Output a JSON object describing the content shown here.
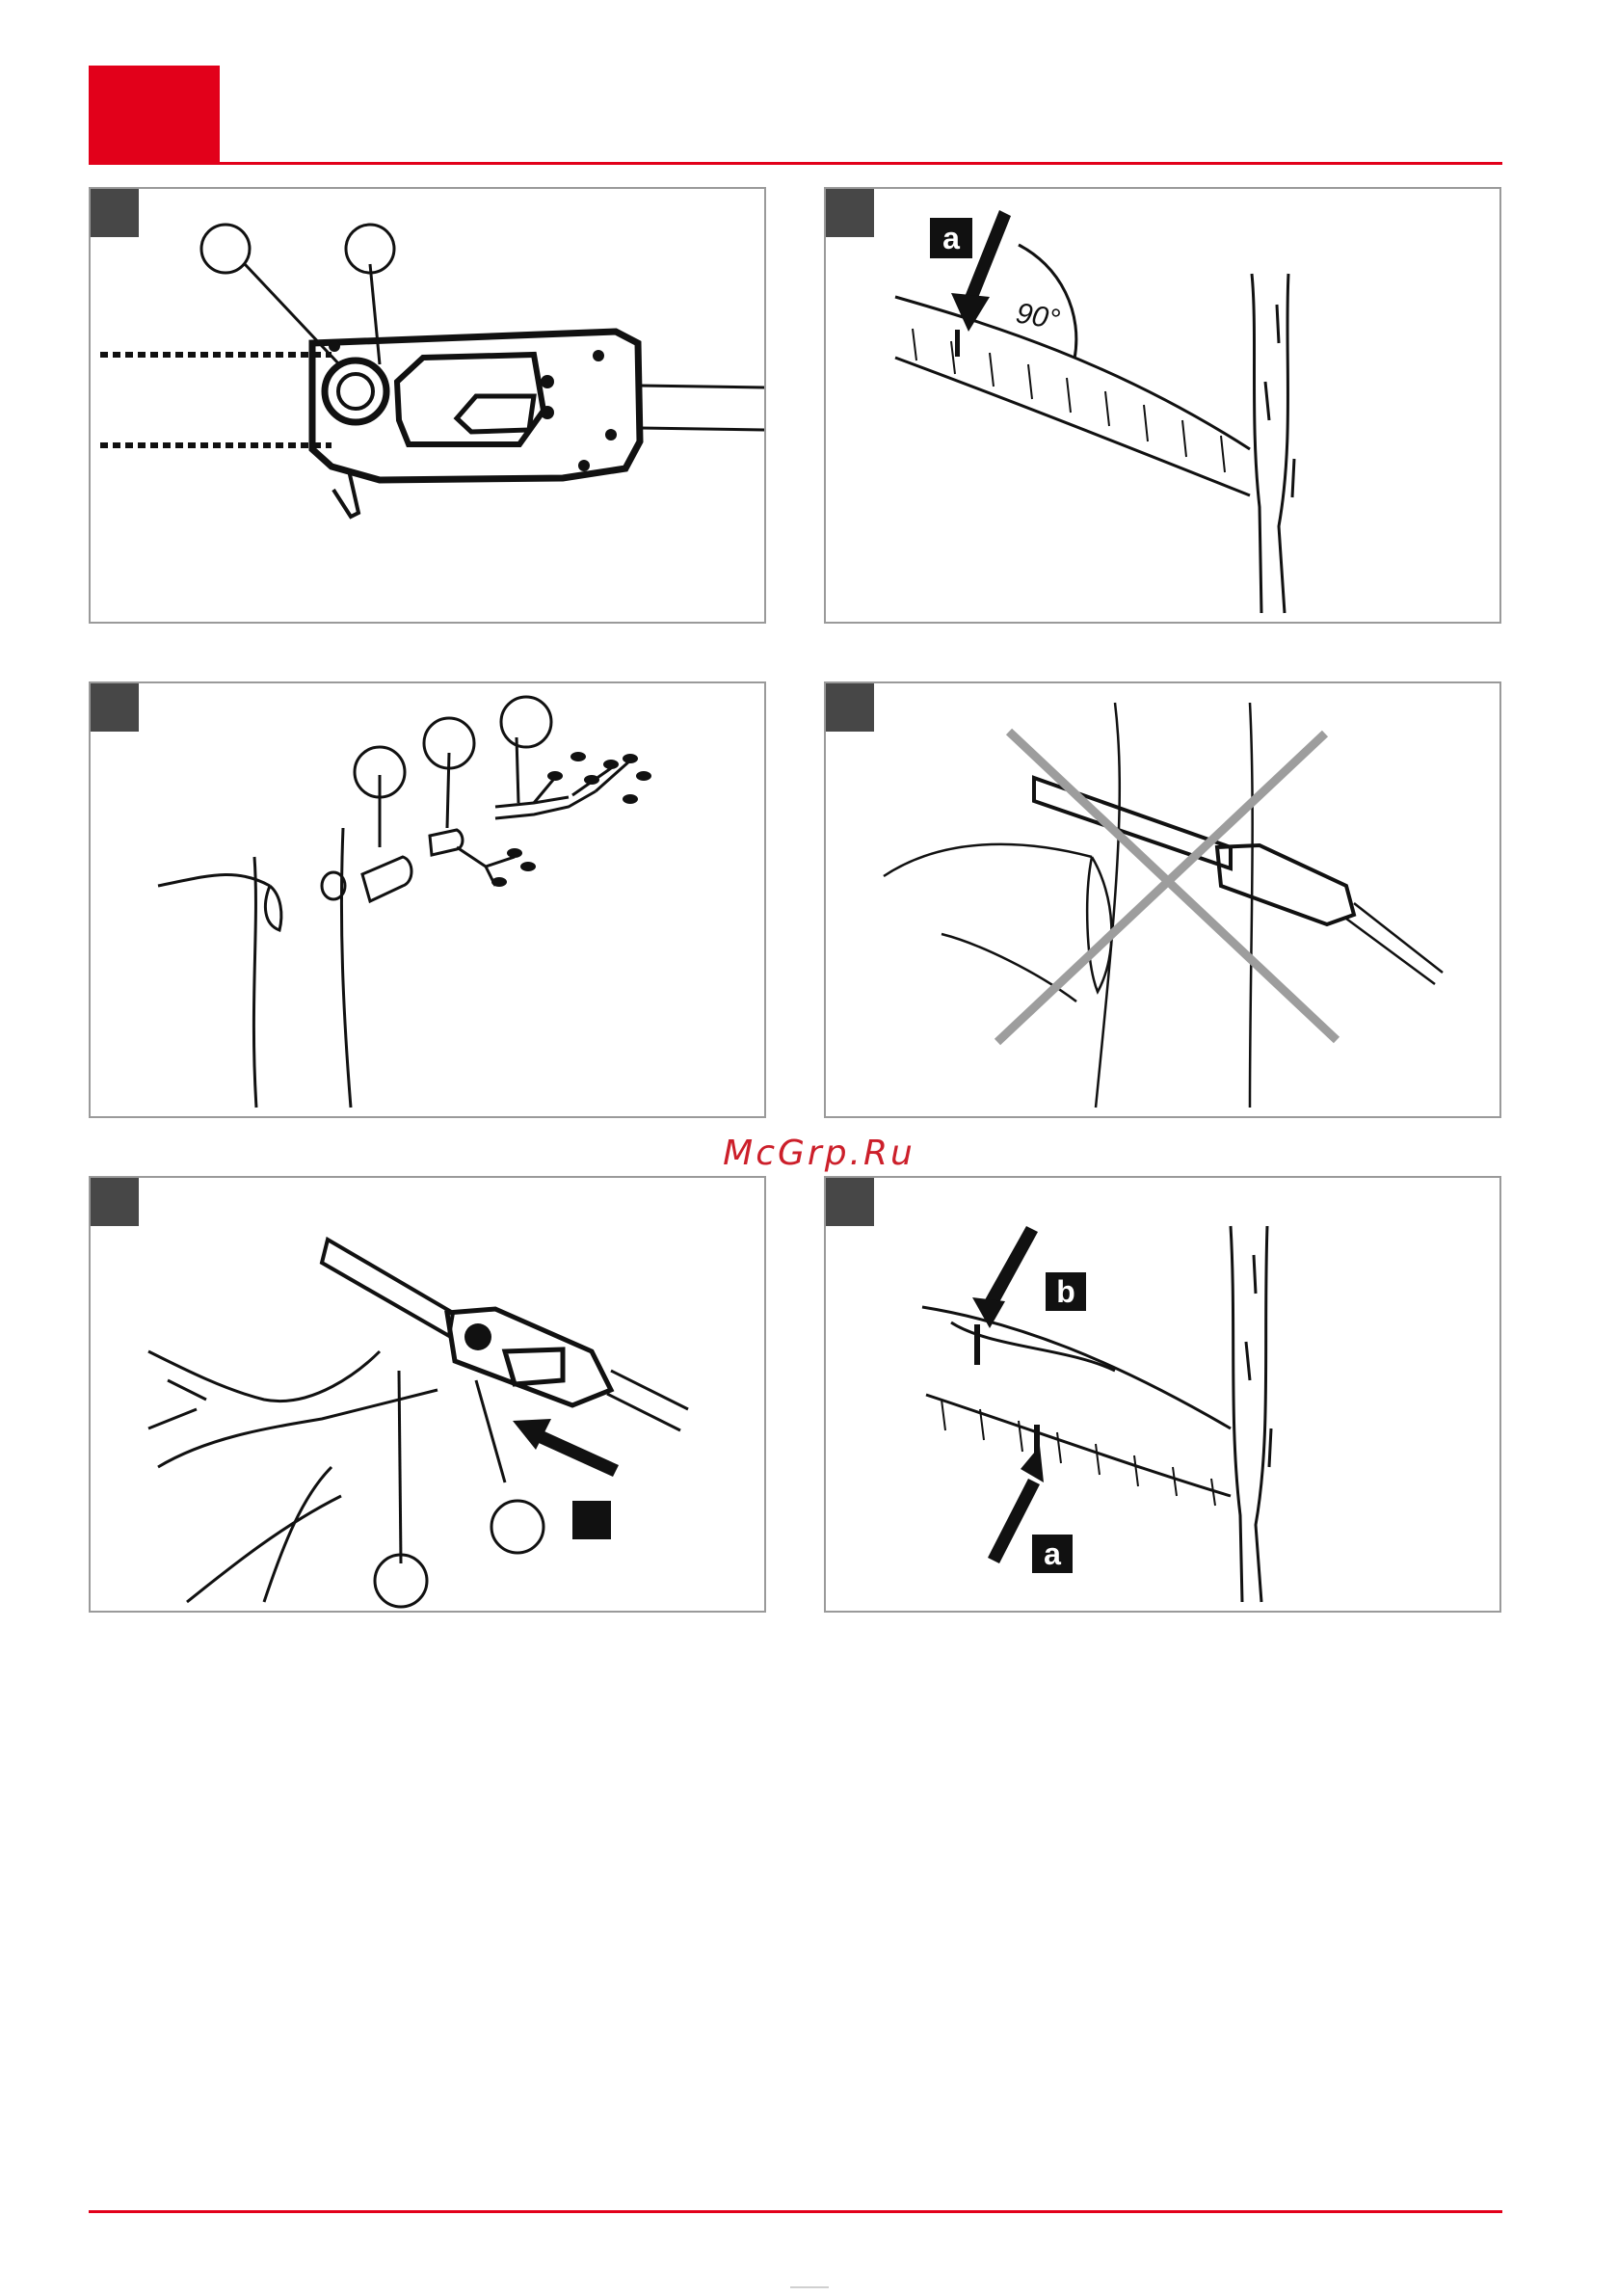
{
  "watermark": {
    "text": "McGrp.Ru"
  },
  "colors": {
    "accent": "#e2001a",
    "badge": "#474747",
    "frame": "#9a9a9a"
  },
  "figures": {
    "cut_angle": {
      "marker": "a",
      "angle": "90°"
    },
    "pruning_cuts": {
      "marker_bottom": "a",
      "marker_top": "b"
    }
  }
}
